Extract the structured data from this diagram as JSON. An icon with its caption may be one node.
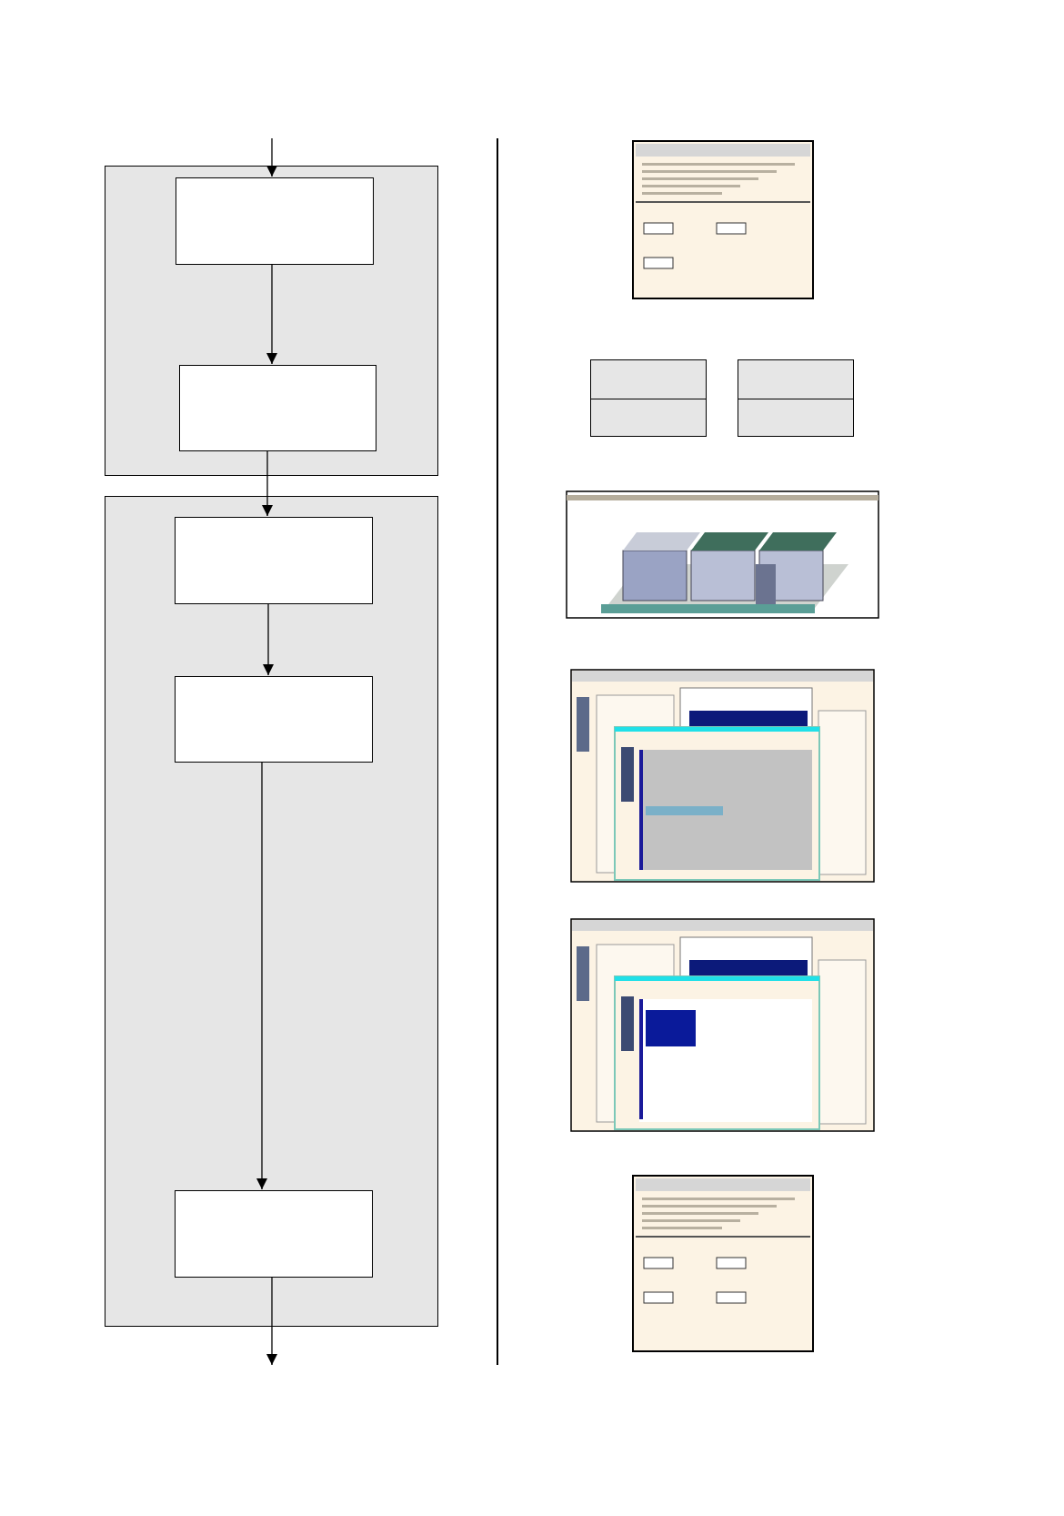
{
  "diagram": {
    "nodes": [
      {
        "text": [],
        "shape": "box"
      },
      {
        "text": [],
        "shape": "box",
        "in": 0
      },
      {
        "text": [],
        "shape": "box",
        "in": 0
      },
      {
        "text": [],
        "shape": "box"
      },
      {
        "text": [],
        "shape": "box",
        "in": 3
      },
      {
        "text": [],
        "shape": "box",
        "in": 3
      },
      {
        "text": [],
        "shape": "box",
        "in": 3
      },
      {
        "text": [],
        "shape": "box"
      },
      {
        "text": [],
        "shape": "box"
      }
    ],
    "edges": [
      {
        "from": null,
        "to": 1,
        "arrow": "to"
      },
      {
        "from": 1,
        "to": 2,
        "arrow": "to"
      },
      {
        "from": 2,
        "to": 4,
        "arrow": "to"
      },
      {
        "from": 4,
        "to": 5,
        "arrow": "to"
      },
      {
        "from": 5,
        "to": 6,
        "arrow": "to"
      },
      {
        "from": 6,
        "to": null,
        "arrow": "to"
      }
    ]
  }
}
